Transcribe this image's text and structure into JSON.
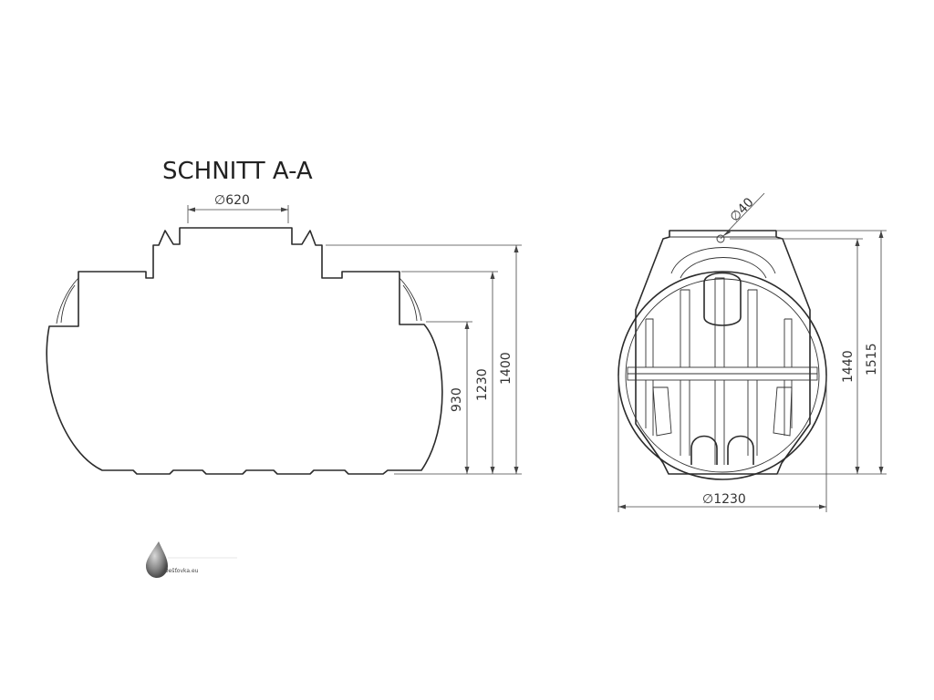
{
  "section_view": {
    "title": "SCHNITT A-A",
    "dims": {
      "opening": "∅620",
      "h930": "930",
      "h1230": "1230",
      "h1400": "1400"
    }
  },
  "end_view": {
    "dims": {
      "hole": "∅40",
      "h1440": "1440",
      "h1515": "1515",
      "diameter": "∅1230"
    }
  },
  "logo": {
    "text": "Dešťovka.eu",
    "icon": "water-drop-icon"
  }
}
